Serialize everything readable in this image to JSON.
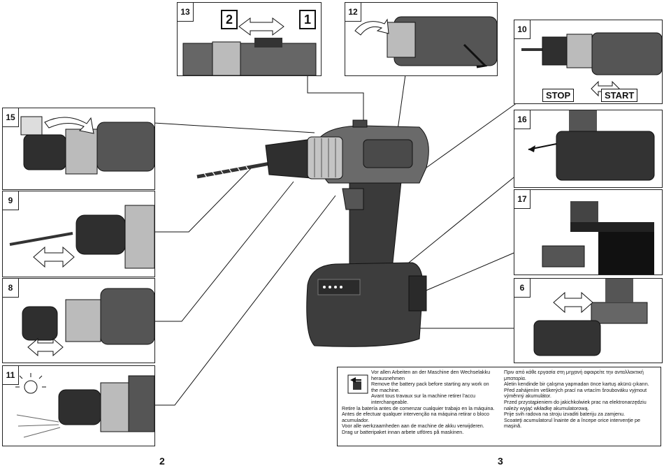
{
  "pages": {
    "left": "2",
    "right": "3"
  },
  "figures": {
    "f13": {
      "num": "13",
      "pos1": "1",
      "pos2": "2"
    },
    "f12": {
      "num": "12"
    },
    "f10": {
      "num": "10",
      "stop": "STOP",
      "start": "START"
    },
    "f15": {
      "num": "15"
    },
    "f16": {
      "num": "16"
    },
    "f9": {
      "num": "9"
    },
    "f17": {
      "num": "17"
    },
    "f8": {
      "num": "8"
    },
    "f6": {
      "num": "6"
    },
    "f11": {
      "num": "11"
    }
  },
  "warning": {
    "left": [
      "Vor allen Arbeiten an der Maschine den Wechselakku herausnehmen",
      "Remove the battery pack before starting any work on the machine.",
      "Avant tous travaux sur la machine retirer l'accu interchangeable.",
      "Retire la batería antes de comenzar cualquier trabajo en la máquina.",
      "Antes de efectuar qualquer intervenção na máquina retirar o bloco acumulador.",
      "Voor alle werkzaamheden aan de machine de akku verwijderen.",
      "Drag ur batteripaket innan arbete utföres på maskinen."
    ],
    "right": [
      "Πριν από κάθε εργασία στη μηχανή αφαιρείτε την ανταλλακτική μπαταρία.",
      "Aletin kendinde bir çalışma yapmadan önce kartuş akünü çıkarın.",
      "Před zahájením veškerých prací na vrtacím šroubováku vyjmout výměnný akumulátor.",
      "Przed przystąpieniem do jakichkolwiek prac na elektronarzędziu należy wyjąć wkładkę akumulatorową.",
      "Prije svih radova na stroju izvaditi bateriju za zamjenu.",
      "Scoateţi acumulatorul înainte de a începe orice intervenţie pe maşină."
    ]
  },
  "colors": {
    "ink": "#111111",
    "tool_dark": "#2f2f2f",
    "tool_mid": "#6a6a6a",
    "tool_light": "#c4c4c4"
  }
}
